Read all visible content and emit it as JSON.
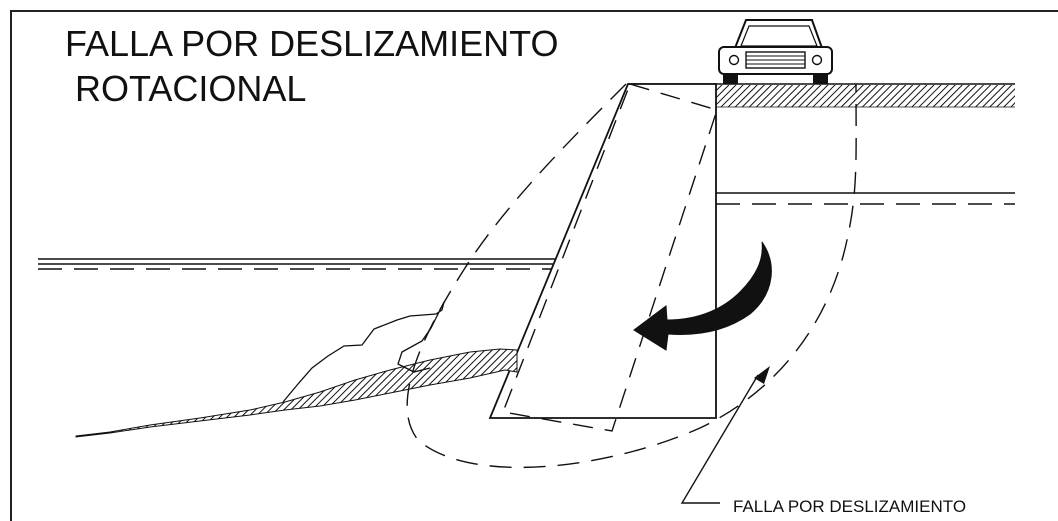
{
  "title": {
    "line1": "FALLA POR DESLIZAMIENTO",
    "line2": "ROTACIONAL"
  },
  "callout_label": "FALLA POR DESLIZAMIENTO",
  "colors": {
    "ink": "#111111",
    "frame": "#222222",
    "background": "#ffffff"
  }
}
